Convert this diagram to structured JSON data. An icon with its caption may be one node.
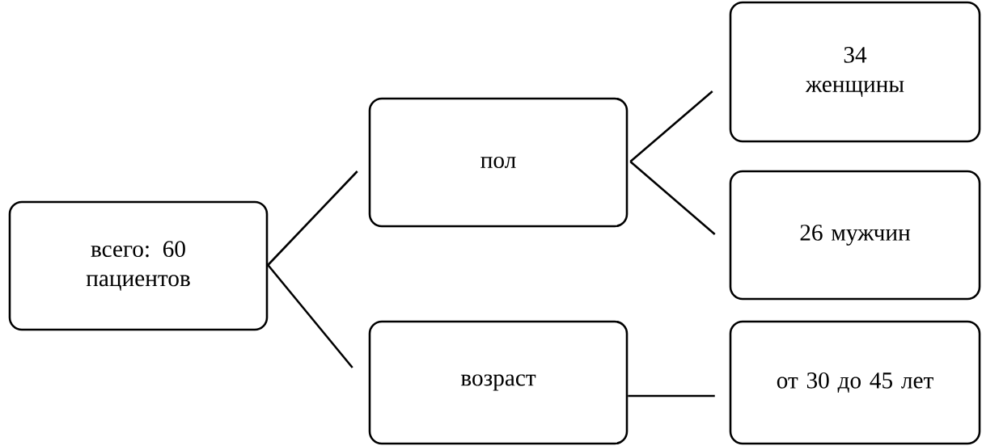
{
  "diagram": {
    "nodes": [
      {
        "text": [
          "всего: 60 пациентов"
        ]
      },
      {
        "text": [
          "пол"
        ]
      },
      {
        "text": [
          "34 женщины"
        ]
      },
      {
        "text": [
          "26 мужчин"
        ]
      },
      {
        "text": [
          "возраст"
        ]
      },
      {
        "text": [
          "от 30 до 45 лет"
        ]
      }
    ],
    "edges": [
      {
        "from": 0,
        "to": 1,
        "arrow": "none"
      },
      {
        "from": 0,
        "to": 4,
        "arrow": "none"
      },
      {
        "from": 1,
        "to": 2,
        "arrow": "none"
      },
      {
        "from": 1,
        "to": 3,
        "arrow": "none"
      },
      {
        "from": 4,
        "to": 5,
        "arrow": "none"
      }
    ]
  }
}
